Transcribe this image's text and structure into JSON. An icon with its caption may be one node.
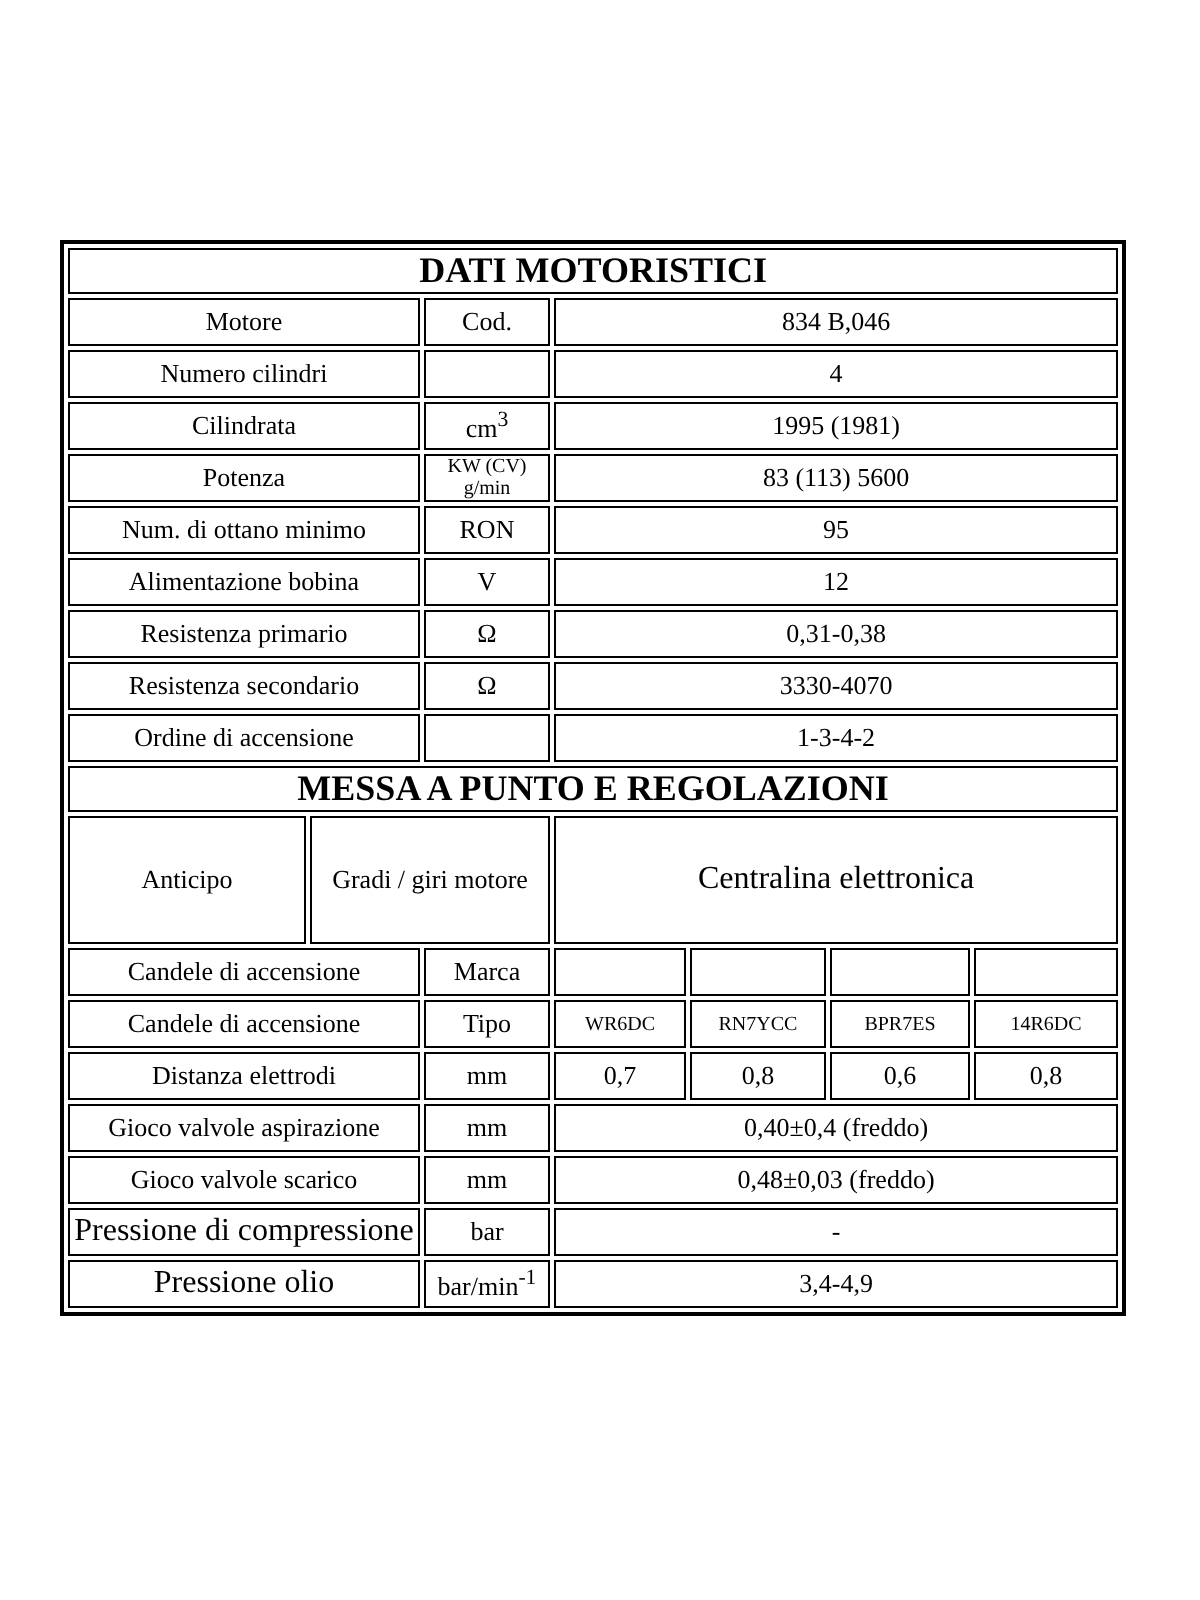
{
  "diagram": {
    "labels": [
      "DATI MOTORISTICI",
      "Motore",
      "Cod.",
      "834 B,046",
      "Numero cilindri",
      "4",
      "Cilindrata",
      "cm$^{3}$",
      "1995 (1981)",
      "Potenza",
      "KW (CV) g/min",
      "83 (113) 5600",
      "Num. di ottano minimo",
      "RON",
      "95",
      "Alimentazione bobina",
      "V",
      "12",
      "Resistenza primario",
      "Ω",
      "0,31-0,38",
      "Resistenza secondario",
      "Ω",
      "3330-4070",
      "Ordine di accensione",
      "1-3-4-2",
      "MESSA A PUNTO E REGOLAZIONI",
      "Anticipo",
      "Gradi / giri motore",
      "Centralina elettronica",
      "Candele di accensione",
      "Marca",
      "Candele di accensione",
      "Tipo",
      "WR6DC",
      "RN7YCC",
      "BPR7ES",
      "14R6DC",
      "Distanza elettrodi",
      "mm",
      "0,7",
      "0,8",
      "0,6",
      "0,8",
      "Gioco valvole aspirazione",
      "mm",
      "0,40±0,4 (freddo)",
      "Gioco valvole scarico",
      "mm",
      "0,48±0,03 (freddo)",
      "Pressione di compressione",
      "bar",
      "-",
      "Pressione olio",
      "bar/min$^{-1}$",
      "3,4-4,9"
    ]
  }
}
